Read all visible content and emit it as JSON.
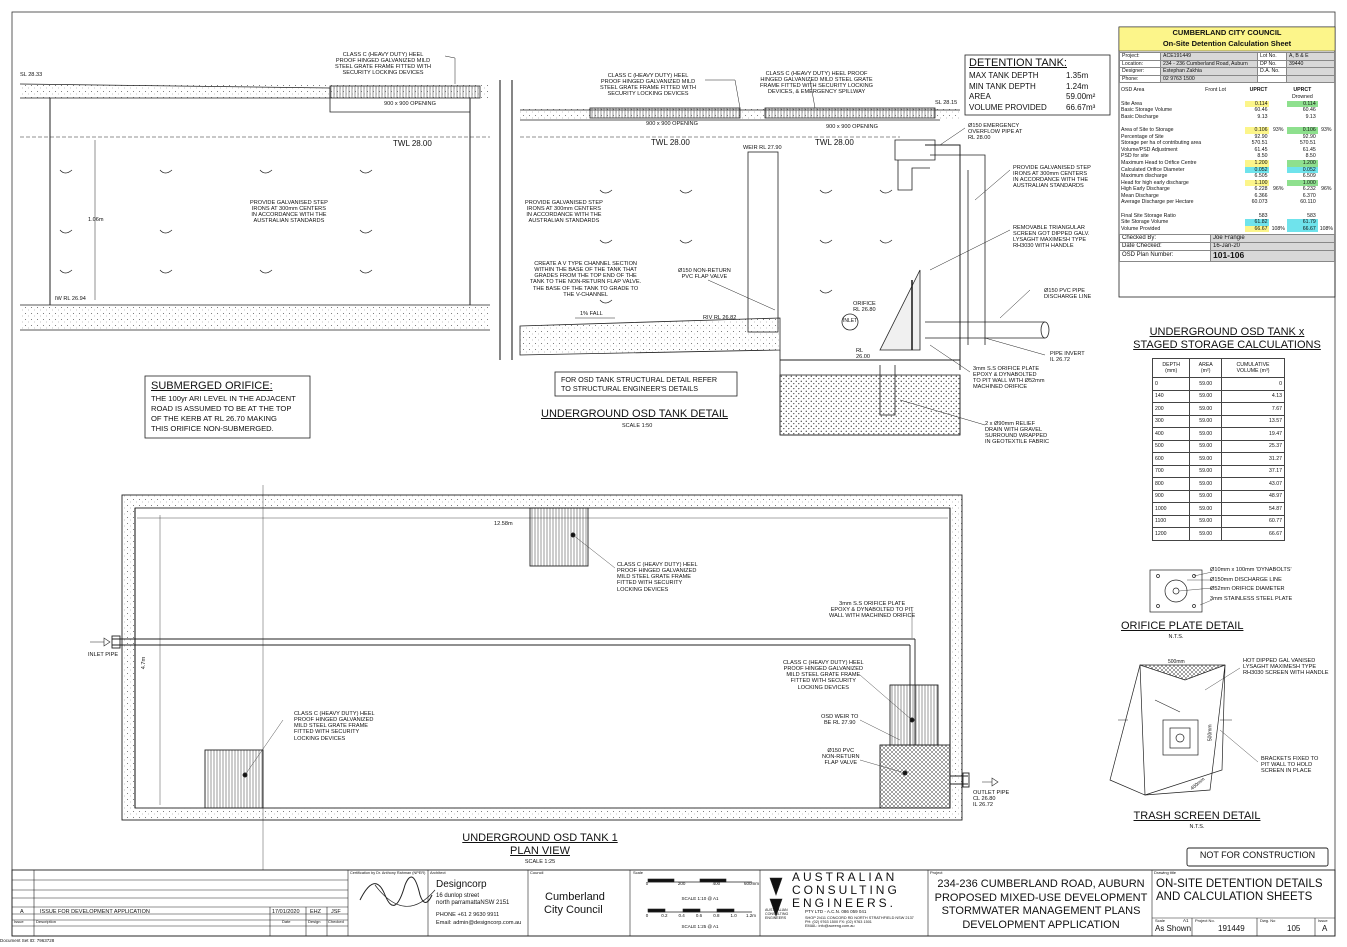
{
  "top_left_section": {
    "note_grate": "CLASS C (HEAVY DUTY) HEEL\nPROOF HINGED GALVANIZED MILD\nSTEEL GRATE FRAME FITTED WITH\nSECURITY LOCKING DEVICES",
    "sl_label": "SL 28.33",
    "opening_label": "900 x 900 OPENING",
    "twl_label": "TWL 28.00",
    "depth_label": "1.06m",
    "step_irons_note": "PROVIDE GALVANISED STEP\nIRONS AT 300mm CENTERS\nIN ACCORDANCE WITH THE\nAUSTRALIAN STANDARDS",
    "iw_label": "IW RL 26.94"
  },
  "submerged_orifice": {
    "heading": "SUBMERGED ORIFICE:",
    "text": "THE 100yr ARI LEVEL IN THE ADJACENT\nROAD IS ASSUMED TO BE AT THE TOP\nOF THE KERB AT RL 26.70 MAKING\nTHIS ORIFICE NON-SUBMERGED."
  },
  "tank_detail": {
    "note_grate_a": "CLASS C (HEAVY DUTY) HEEL\nPROOF HINGED GALVANIZED MILD\nSTEEL GRATE FRAME FITTED WITH\nSECURITY LOCKING DEVICES",
    "note_grate_b": "CLASS C (HEAVY DUTY) HEEL PROOF\nHINGED GALVANIZED MILD STEEL GRATE\nFRAME FITTED WITH SECURITY LOCKING\nDEVICES, & EMERGENCY SPILLWAY",
    "sl_label": "SL 28.15",
    "opening_a": "900 x 900 OPENING",
    "opening_b": "900 x 900 OPENING",
    "twl_a": "TWL 28.00",
    "twl_b": "TWL 28.00",
    "weir_label": "WEIR RL 27.90",
    "overflow_note": "Ø150 EMERGENCY\nOVERFLOW PIPE AT\nRL 28.00",
    "step_irons_a": "PROVIDE GALVANISED STEP\nIRONS AT 300mm CENTERS\nIN ACCORDANCE WITH THE\nAUSTRALIAN STANDARDS",
    "step_irons_b": "PROVIDE GALVANISED STEP\nIRONS AT 300mm CENTERS\nIN ACCORDANCE WITH THE\nAUSTRALIAN STANDARDS",
    "vchannel_note": "CREATE A V TYPE CHANNEL SECTION\nWITHIN THE BASE OF THE TANK THAT\nGRADES FROM THE TOP END OF THE\nTANK TO THE NON-RETURN FLAP VALVE.\nTHE BASE OF THE TANK TO GRADE TO\nTHE V-CHANNEL",
    "flap_note": "Ø150 NON-RETURN\nPVC FLAP VALVE",
    "screen_note": "REMOVABLE TRIANGULAR\nSCREEN GOT DIPPED GALV.\nLYSAGHT MAXIMESH TYPE\nRH3030 WITH HANDLE",
    "discharge_note": "Ø150 PVC PIPE\nDISCHARGE LINE",
    "orifice_note": "ORIFICE\nRL 26.80",
    "inlet_label": "INLET",
    "fall_label": "1% FALL",
    "riv_label": "RIV RL 26.82",
    "rl_label": "RL\n26.00",
    "pipe_invert": "PIPE INVERT\nIL 26.72",
    "plate_note": "3mm S.S ORIFICE PLATE\nEPOXY & DYNABOLTED\nTO PIT WALL WITH Ø52mm\nMACHINED ORIFICE",
    "relief_note": "2 x Ø90mm RELIEF\nDRAIN WITH GRAVEL\nSURROUND WRAPPED\nIN GEOTEXTILE FABRIC",
    "structural_note": "FOR OSD TANK STRUCTURAL DETAIL REFER\nTO STRUCTURAL ENGINEER'S DETAILS",
    "title": "UNDERGROUND OSD TANK DETAIL",
    "scale": "SCALE 1:50"
  },
  "detention_tank": {
    "heading": "DETENTION TANK:",
    "rows": [
      {
        "label": "MAX TANK DEPTH",
        "value": "1.35m"
      },
      {
        "label": "MIN TANK DEPTH",
        "value": "1.24m"
      },
      {
        "label": "AREA",
        "value": "59.00m²"
      },
      {
        "label": "VOLUME PROVIDED",
        "value": "66.67m³"
      }
    ]
  },
  "osd_sheet": {
    "council": "CUMBERLAND CITY COUNCIL",
    "sheet_title": "On-Site Detention Calculation Sheet",
    "info": [
      {
        "label": "Project:",
        "value": "ACE191449",
        "label2": "Lot No.",
        "value2": "A, B & E"
      },
      {
        "label": "Location:",
        "value": "234 - 236 Cumberland Road, Auburn",
        "label2": "DP No.",
        "value2": "39440"
      },
      {
        "label": "Designer:",
        "value": "Estephan Zakhia",
        "label2": "D.A. No.",
        "value2": ""
      },
      {
        "label": "Phone:",
        "value": "02 9763 1500",
        "label2": "",
        "value2": ""
      }
    ],
    "area_label": "OSD Area",
    "front_lot": "Front Lot",
    "col_uprct": "UPRCT",
    "col_uprct2": "UPRCT",
    "col_drowned": "Drowned",
    "rows": [
      {
        "label": "Site Area",
        "a": "0.114",
        "b": "0.114",
        "ha": "y",
        "hb": "g"
      },
      {
        "label": "Basic Storage Volume",
        "a": "60.46",
        "b": "60.46",
        "ha": "",
        "hb": ""
      },
      {
        "label": "Basic Discharge",
        "a": "9.13",
        "b": "9.13",
        "ha": "",
        "hb": ""
      },
      {
        "label": "",
        "a": "",
        "b": "",
        "ha": "",
        "hb": ""
      },
      {
        "label": "Area of Site to Storage",
        "a": "0.106",
        "p": "93%",
        "b": "0.106",
        "q": "93%",
        "ha": "y",
        "hb": "g"
      },
      {
        "label": "Percentage of Site",
        "a": "92.90",
        "b": "92.90",
        "ha": "",
        "hb": ""
      },
      {
        "label": "Storage per ha of contributing area",
        "a": "570.51",
        "b": "570.51",
        "ha": "",
        "hb": ""
      },
      {
        "label": "Volume/PSD Adjustment",
        "a": "61.45",
        "b": "61.45",
        "ha": "",
        "hb": ""
      },
      {
        "label": "PSD for site",
        "a": "8.50",
        "b": "8.50",
        "ha": "",
        "hb": ""
      },
      {
        "label": "Maximum Head to Orifice Centre",
        "a": "1.200",
        "b": "1.200",
        "ha": "y",
        "hb": "g"
      },
      {
        "label": "Calculated Orifice Diameter",
        "a": "0.052",
        "b": "0.052",
        "ha": "c",
        "hb": "c"
      },
      {
        "label": "Maximum discharge",
        "a": "6.505",
        "b": "6.509",
        "ha": "",
        "hb": ""
      },
      {
        "label": "Head for high early discharge",
        "a": "1.100",
        "b": "1.000",
        "ha": "y",
        "hb": "g"
      },
      {
        "label": "High Early Discharge",
        "a": "6.228",
        "p": "96%",
        "b": "6.232",
        "q": "96%",
        "ha": "",
        "hb": ""
      },
      {
        "label": "Mean Discharge",
        "a": "6.366",
        "b": "6.370",
        "ha": "",
        "hb": ""
      },
      {
        "label": "Average Discharge per Hectare",
        "a": "60.073",
        "b": "60.110",
        "ha": "",
        "hb": ""
      },
      {
        "label": "",
        "a": "",
        "b": "",
        "ha": "",
        "hb": ""
      },
      {
        "label": "Final Site Storage Ratio",
        "a": "583",
        "b": "583",
        "ha": "",
        "hb": ""
      },
      {
        "label": "Site Storage Volume",
        "a": "61.82",
        "b": "61.79",
        "ha": "c",
        "hb": "c"
      },
      {
        "label": "Volume Provided",
        "a": "66.67",
        "p": "108%",
        "b": "66.67",
        "q": "108%",
        "ha": "y",
        "hb": "c"
      }
    ],
    "checked_by_label": "Checked By:",
    "checked_by": "Joe Frangie",
    "date_checked_label": "Date Checked:",
    "date_checked": "16-Jan-20",
    "plan_number_label": "OSD Plan Number:",
    "plan_number": "101-106"
  },
  "staged_storage": {
    "title_line1": "UNDERGROUND OSD TANK x",
    "title_line2": "STAGED STORAGE CALCULATIONS",
    "headers": [
      "DEPTH\n(mm)",
      "AREA\n(m²)",
      "CUMULATIVE\nVOLUME (m³)"
    ],
    "rows": [
      [
        "0",
        "59.00",
        "0"
      ],
      [
        "140",
        "59.00",
        "4.13"
      ],
      [
        "200",
        "59.00",
        "7.67"
      ],
      [
        "300",
        "59.00",
        "13.57"
      ],
      [
        "400",
        "59.00",
        "19.47"
      ],
      [
        "500",
        "59.00",
        "25.37"
      ],
      [
        "600",
        "59.00",
        "31.27"
      ],
      [
        "700",
        "59.00",
        "37.17"
      ],
      [
        "800",
        "59.00",
        "43.07"
      ],
      [
        "900",
        "59.00",
        "48.97"
      ],
      [
        "1000",
        "59.00",
        "54.87"
      ],
      [
        "1100",
        "59.00",
        "60.77"
      ],
      [
        "1200",
        "59.00",
        "66.67"
      ]
    ]
  },
  "orifice_plate": {
    "labels": [
      "Ø10mm x 100mm 'DYNABOLTS'",
      "Ø150mm DISCHARGE LINE",
      "Ø52mm ORIFICE DIAMETER",
      "3mm STAINLESS STEEL PLATE"
    ],
    "title": "ORIFICE PLATE DETAIL",
    "scale": "N.T.S."
  },
  "trash_screen": {
    "dim_top": "500mm",
    "dim_side": "500mm",
    "dim_bottom": "400mm",
    "note_mesh": "HOT DIPPED GAL VANISED\nLYSAGHT MAXIMESH TYPE\nRH3030 SCREEN WITH HANDLE",
    "note_brackets": "BRACKETS FIXED TO\nPIT WALL TO HOLD\nSCREEN IN PLACE",
    "title": "TRASH SCREEN DETAIL",
    "scale": "N.T.S."
  },
  "plan_view": {
    "dim_width": "12.58m",
    "dim_height": "4.7m",
    "grate_note_a": "CLASS C (HEAVY DUTY) HEEL\nPROOF HINGED GALVANIZED\nMILD STEEL GRATE FRAME\nFITTED WITH SECURITY\nLOCKING DEVICES",
    "grate_note_b": "CLASS C (HEAVY DUTY) HEEL\nPROOF HINGED GALVANIZED\nMILD STEEL GRATE FRAME\nFITTED WITH SECURITY\nLOCKING DEVICES",
    "grate_note_c": "CLASS C (HEAVY DUTY) HEEL\nPROOF HINGED GALVANIZED\nMILD STEEL GRATE FRAME\nFITTED WITH SECURITY\nLOCKING DEVICES",
    "plate_note": "3mm S.S ORIFICE PLATE\nEPOXY & DYNABOLTED TO PIT\nWALL WITH MACHINED ORIFICE",
    "weir_note": "OSD WEIR TO\nBE RL 27.90",
    "flap_note": "Ø150 PVC\nNON-RETURN\nFLAP VALVE",
    "inlet_pipe": "INLET PIPE",
    "outlet_pipe": "OUTLET PIPE\nCL 26.80\nIL 26.72",
    "title_line1": "UNDERGROUND OSD TANK 1",
    "title_line2": "PLAN VIEW",
    "scale": "SCALE 1:25"
  },
  "not_for_construction": "NOT FOR CONSTRUCTION",
  "title_block": {
    "issue_letter": "A",
    "issue_desc": "ISSUE FOR DEVELOPMENT APPLICATION",
    "issue_date": "17/01/2020",
    "issue_by": "EHZ",
    "issue_chk": "JSF",
    "col_issue": "Issue",
    "col_desc": "Description",
    "col_date": "Date",
    "col_design": "Design",
    "col_checked": "Checked",
    "cert_label": "Certification by Dr. Anthony Rahman (NPER)",
    "architect_label": "Architect",
    "architect_name": "Designcorp",
    "architect_addr1": "16 dunlop street",
    "architect_addr2": "north parramattaNSW 2151",
    "architect_phone": "PHONE  +61 2 9630 9911",
    "architect_email": "Email: admin@designcorp.com.au",
    "council_label": "Council",
    "council_name1": "Cumberland",
    "council_name2": "City Council",
    "scale_label": "Scale",
    "scale_bar1_ticks": [
      "0",
      "200",
      "400",
      "600mm"
    ],
    "scale_bar1_label": "SCALE 1:10 @ A1",
    "scale_bar2_ticks": [
      "0",
      "0.2",
      "0.4",
      "0.6",
      "0.8",
      "1.0",
      "1.2m"
    ],
    "scale_bar2_label": "SCALE 1:25 @ A1",
    "firm_line1": "AUSTRALIAN",
    "firm_line2": "CONSULTING",
    "firm_line3": "ENGINEERS.",
    "firm_pty": "PTY LTD - A.C.N. 086 059 041",
    "firm_small": "AUSTRALIAN\nCONSULTING\nENGINEERS",
    "firm_addr": "SHOP 2/411 CONCORD RD NORTH STRATHFIELD NSW 2137\nPH: (02) 9763 1500   FX: (02) 9763 1501\nEMAIL: info@aceeng.com.au",
    "project_label": "Project",
    "project_lines": [
      "234-236 CUMBERLAND ROAD, AUBURN",
      "PROPOSED MIXED-USE DEVELOPMENT",
      "STORMWATER MANAGEMENT PLANS",
      "DEVELOPMENT APPLICATION"
    ],
    "drawing_title_label": "Drawing title",
    "drawing_title": [
      "ON-SITE DETENTION DETAILS",
      "AND CALCULATION SHEETS"
    ],
    "scale_cell_label": "Scale",
    "scale_cell_size": "A1",
    "scale_value": "As Shown",
    "project_no_label": "Project No.",
    "project_no": "191449",
    "dwg_no_label": "Dwg. No",
    "dwg_no": "105",
    "issue_label": "Issue",
    "issue_value": "A"
  },
  "doc_set_id": "Document Set ID: 7963728"
}
